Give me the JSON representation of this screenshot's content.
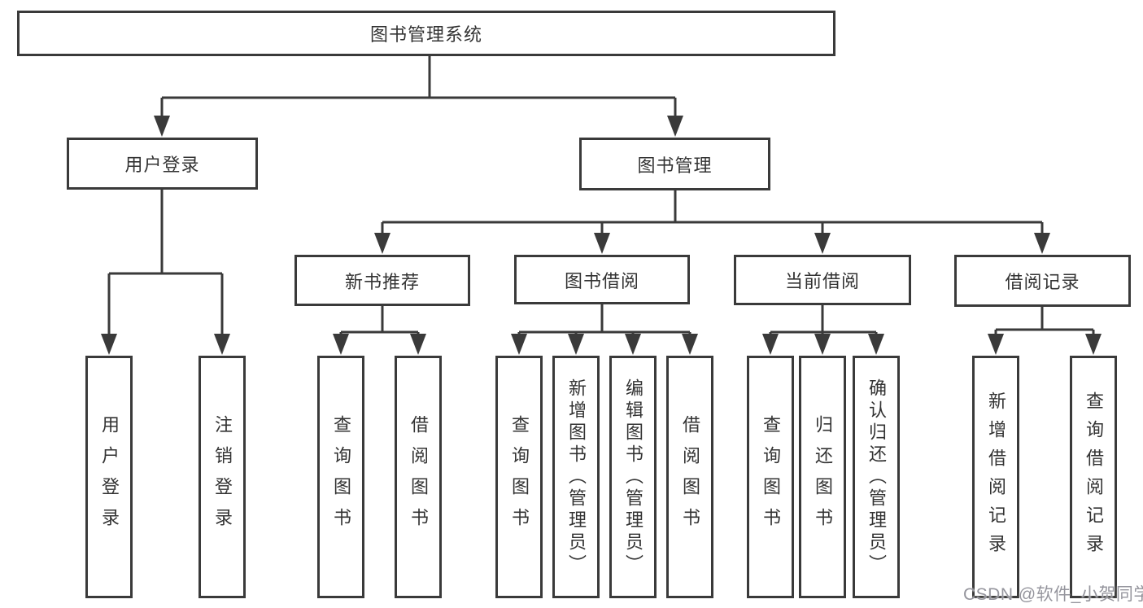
{
  "diagram": {
    "title": "图书管理系统",
    "level2": [
      "用户登录",
      "图书管理"
    ],
    "level3": [
      "新书推荐",
      "图书借阅",
      "当前借阅",
      "借阅记录"
    ],
    "leaves_user_login": [
      "用户登录",
      "注销登录"
    ],
    "leaves_new_book": [
      "查询图书",
      "借阅图书"
    ],
    "leaves_book_borrow": [
      "查询图书",
      "新增图书（管理员）",
      "编辑图书（管理员）",
      "借阅图书"
    ],
    "leaves_current_borrow": [
      "查询图书",
      "归还图书",
      "确认归还（管理员）"
    ],
    "leaves_borrow_record": [
      "新增借阅记录",
      "查询借阅记录"
    ]
  },
  "watermark": {
    "text": "CSDN @软件_小贺同学"
  },
  "colors": {
    "line": "#3a3a3a",
    "text": "#333333",
    "background": "#ffffff",
    "watermark": "#95959d"
  }
}
